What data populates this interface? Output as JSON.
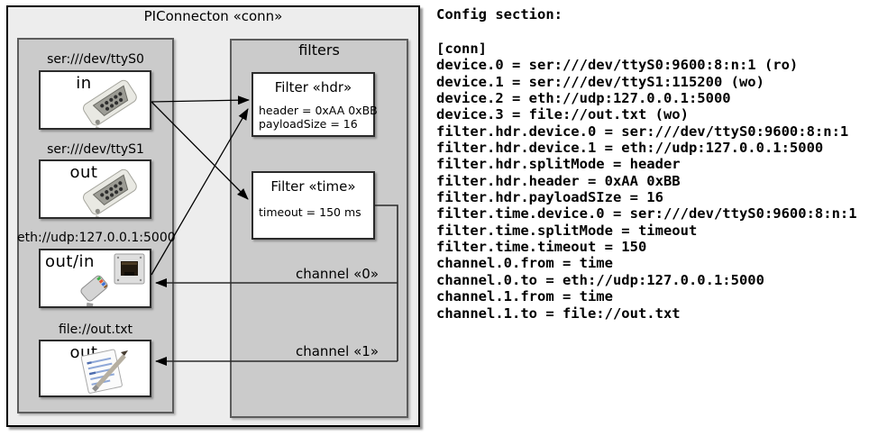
{
  "diagram": {
    "title": "PIConnecton «conn»",
    "devices_panel": {
      "devices": [
        {
          "url": "ser:///dev/ttyS0",
          "direction": "in",
          "icon": "serial-connector"
        },
        {
          "url": "ser:///dev/ttyS1",
          "direction": "out",
          "icon": "serial-connector"
        },
        {
          "url": "eth://udp:127.0.0.1:5000",
          "direction": "out/in",
          "icon": "ethernet-connector"
        },
        {
          "url": "file://out.txt",
          "direction": "out",
          "icon": "notepad"
        }
      ]
    },
    "filters_panel": {
      "title": "filters",
      "filters": [
        {
          "name": "Filter «hdr»",
          "properties": [
            "header = 0xAA 0xBB",
            "payloadSize = 16"
          ]
        },
        {
          "name": "Filter «time»",
          "properties": [
            "timeout = 150 ms"
          ]
        }
      ]
    },
    "channels": [
      {
        "label": "channel «0»"
      },
      {
        "label": "channel «1»"
      }
    ]
  },
  "config": {
    "heading": "Config section:",
    "lines": [
      "[conn]",
      "device.0 = ser:///dev/ttyS0:9600:8:n:1 (ro)",
      "device.1 = ser:///dev/ttyS1:115200 (wo)",
      "device.2 = eth://udp:127.0.0.1:5000",
      "device.3 = file://out.txt (wo)",
      "filter.hdr.device.0 = ser:///dev/ttyS0:9600:8:n:1",
      "filter.hdr.device.1 = eth://udp:127.0.0.1:5000",
      "filter.hdr.splitMode = header",
      "filter.hdr.header = 0xAA 0xBB",
      "filter.hdr.payloadSIze = 16",
      "filter.time.device.0 = ser:///dev/ttyS0:9600:8:n:1",
      "filter.time.splitMode = timeout",
      "filter.time.timeout = 150",
      "channel.0.from = time",
      "channel.0.to = eth://udp:127.0.0.1:5000",
      "channel.1.from = time",
      "channel.1.to = file://out.txt"
    ]
  }
}
